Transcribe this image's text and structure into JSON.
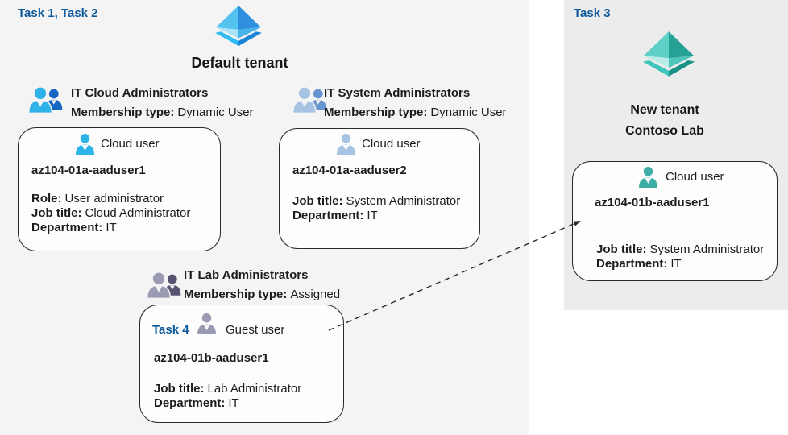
{
  "left_section": {
    "task_label": "Task 1, Task 2",
    "tenant_title": "Default tenant",
    "groups": [
      {
        "title": "IT Cloud Administrators",
        "membership_label": "Membership type:",
        "membership_value": "Dynamic User"
      },
      {
        "title": "IT System Administrators",
        "membership_label": "Membership type:",
        "membership_value": "Dynamic User"
      },
      {
        "title": "IT Lab Administrators",
        "membership_label": "Membership type:",
        "membership_value": "Assigned"
      }
    ],
    "cards": [
      {
        "user_type": "Cloud user",
        "name": "az104-01a-aaduser1",
        "lines": [
          {
            "label": "Role:",
            "value": "User administrator"
          },
          {
            "label": "Job title:",
            "value": "Cloud Administrator"
          },
          {
            "label": "Department:",
            "value": "IT"
          }
        ]
      },
      {
        "user_type": "Cloud user",
        "name": "az104-01a-aaduser2",
        "lines": [
          {
            "label": "Job title:",
            "value": "System Administrator"
          },
          {
            "label": "Department:",
            "value": "IT"
          }
        ]
      },
      {
        "task_label": "Task 4",
        "user_type": "Guest user",
        "name": "az104-01b-aaduser1",
        "lines": [
          {
            "label": "Job title:",
            "value": "Lab Administrator"
          },
          {
            "label": "Department:",
            "value": "IT"
          }
        ]
      }
    ]
  },
  "right_section": {
    "task_label": "Task 3",
    "tenant_title_line1": "New tenant",
    "tenant_title_line2": "Contoso Lab",
    "card": {
      "user_type": "Cloud user",
      "name": "az104-01b-aaduser1",
      "lines": [
        {
          "label": "Job title:",
          "value": "System Administrator"
        },
        {
          "label": "Department:",
          "value": "IT"
        }
      ]
    }
  },
  "colors": {
    "task_text": "#0f5a9b",
    "left_canvas_bg": "#f4f4f4",
    "right_panel_bg": "#ececec",
    "tenant_default": {
      "tl": "#55c3ef",
      "tr": "#2f8fe0",
      "bl": "#a9e2f9",
      "br": "#46b4eb",
      "base_l": "#30bcf2",
      "base_r": "#1b84d7"
    },
    "tenant_new": {
      "tl": "#5ed0c6",
      "tr": "#27a096",
      "bl": "#b9ece6",
      "br": "#4fc4b9",
      "base_l": "#3fc4ba",
      "base_r": "#1a9187"
    },
    "group_cloud": {
      "front": "#2fb2e7",
      "back": "#1666c2"
    },
    "group_system": {
      "front": "#a6c3e3",
      "back": "#6795d0"
    },
    "group_lab": {
      "front": "#9b9ab3",
      "back": "#565371"
    },
    "user_cloud1": "#2cb3e8",
    "user_cloud2": "#a6c3e3",
    "user_guest": "#9b9ab3",
    "user_cloud_new": "#3dada6",
    "arrow": "#2b2b2b"
  }
}
